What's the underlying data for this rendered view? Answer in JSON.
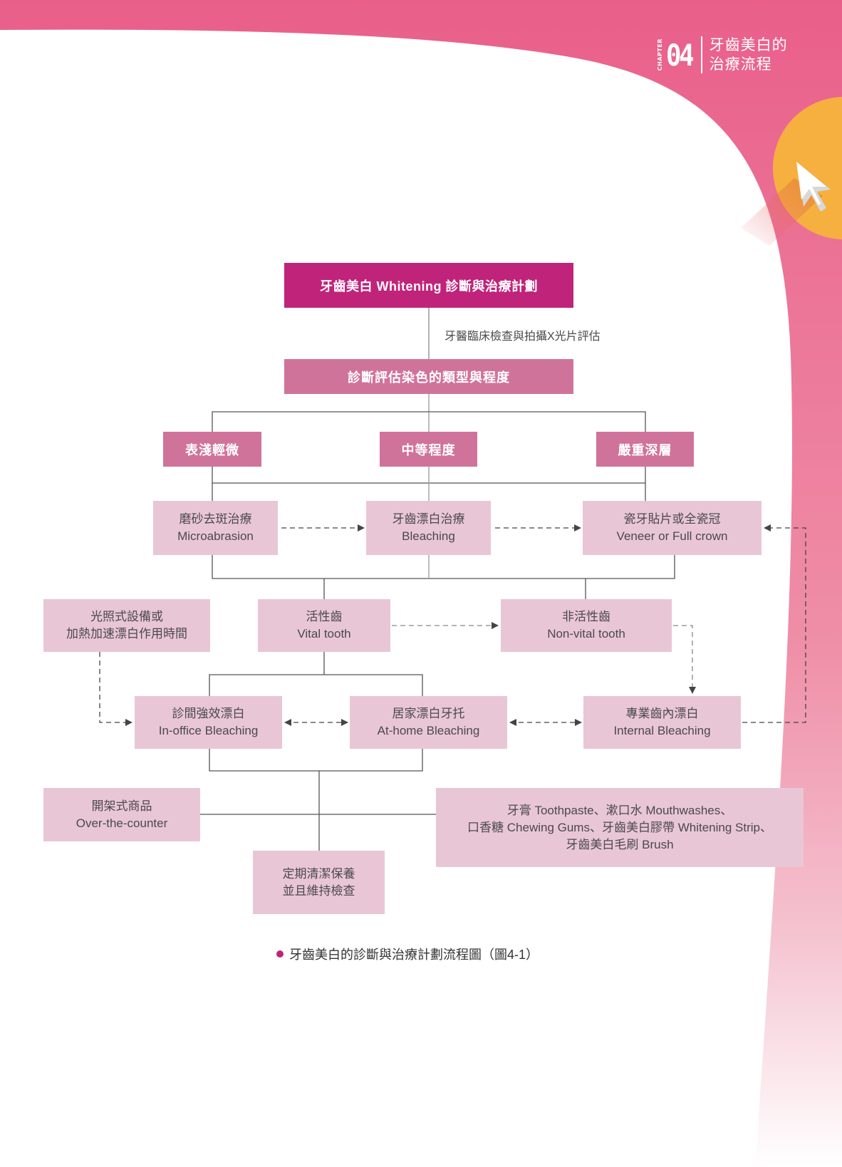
{
  "header": {
    "chapter_word": "CHAPTER",
    "chapter_number": "04",
    "chapter_title_line1": "牙齒美白的",
    "chapter_title_line2": "治療流程"
  },
  "colors": {
    "accent": "#c0237a",
    "category": "#d0739b",
    "node": "#e9c6d6",
    "header_pink": "#e95f8a",
    "circle_orange": "#f6b040"
  },
  "flowchart": {
    "root": "牙齒美白 Whitening 診斷與治療計劃",
    "root_note": "牙醫臨床檢查與拍攝X光片評估",
    "assessment": "診斷評估染色的類型與程度",
    "severity": {
      "mild": "表淺輕微",
      "moderate": "中等程度",
      "severe": "嚴重深層"
    },
    "treatments": {
      "microabrasion": {
        "zh": "磨砂去斑治療",
        "en": "Microabrasion"
      },
      "bleaching": {
        "zh": "牙齒漂白治療",
        "en": "Bleaching"
      },
      "veneer": {
        "zh": "瓷牙貼片或全瓷冠",
        "en": "Veneer or Full crown"
      }
    },
    "light_heat": {
      "line1": "光照式設備或",
      "line2": "加熱加速漂白作用時間"
    },
    "vital": {
      "zh": "活性齒",
      "en": "Vital tooth"
    },
    "nonvital": {
      "zh": "非活性齒",
      "en": "Non-vital tooth"
    },
    "inoffice": {
      "zh": "診間強效漂白",
      "en": "In-office Bleaching"
    },
    "athome": {
      "zh": "居家漂白牙托",
      "en": "At-home Bleaching"
    },
    "internal": {
      "zh": "專業齒內漂白",
      "en": "Internal Bleaching"
    },
    "otc": {
      "zh": "開架式商品",
      "en": "Over-the-counter"
    },
    "products": {
      "line1": "牙膏 Toothpaste、漱口水 Mouthwashes、",
      "line2": "口香糖 Chewing Gums、牙齒美白膠帶 Whitening Strip、",
      "line3": "牙齒美白毛刷 Brush"
    },
    "maintenance": {
      "line1": "定期清潔保養",
      "line2": "並且維持檢查"
    }
  },
  "caption": "牙齒美白的診斷與治療計劃流程圖（圖4-1）"
}
